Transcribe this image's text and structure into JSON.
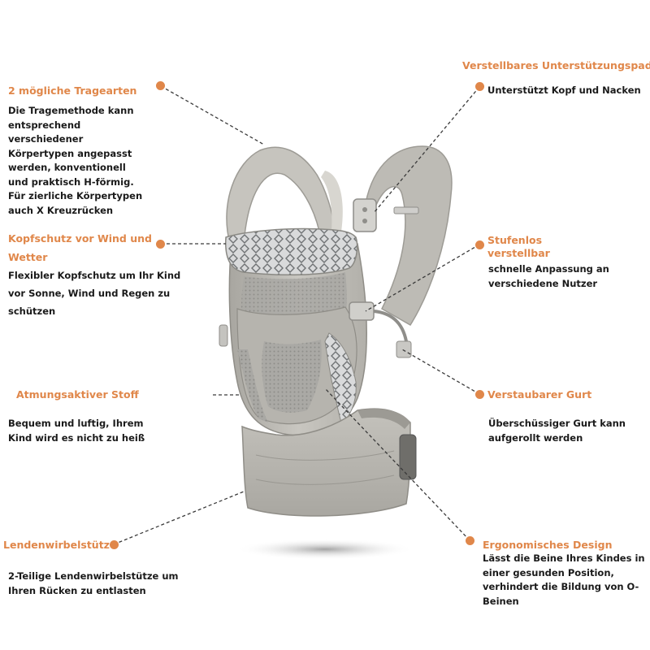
{
  "accent_color": "#e0874a",
  "text_color": "#1a1a1a",
  "features": {
    "tragearten": {
      "title": "2 mögliche Tragearten",
      "desc": "Die Tragemethode kann\nentsprechend\nverschiedener\nKörpertypen angepasst\nwerden, konventionell\nund praktisch H-förmig.\nFür zierliche Körpertypen\nauch  X Kreuzrücken"
    },
    "kopfschutz": {
      "title_line1": "Kopfschutz vor Wind und",
      "title_line2": "Wetter",
      "desc": "Flexibler Kopfschutz um Ihr Kind\nvor Sonne, Wind und Regen zu\nschützen"
    },
    "stoff": {
      "title": "Atmungsaktiver Stoff",
      "desc": "Bequem und luftig, Ihrem\nKind wird es nicht zu heiß"
    },
    "lenden": {
      "title": "Lendenwirbelstütze",
      "desc": "2-Teilige Lendenwirbelstütze um\nIhren Rücken zu entlasten"
    },
    "pad": {
      "title": "Verstellbares Unterstützungspad",
      "desc": "Unterstützt Kopf und Nacken"
    },
    "stufenlos": {
      "title_line1": "Stufenlos",
      "title_line2": "verstellbar",
      "desc": "schnelle Anpassung an\nverschiedene Nutzer"
    },
    "gurt": {
      "title": "Verstaubarer Gurt",
      "desc": "Überschüssiger Gurt kann\naufgerollt werden"
    },
    "ergo": {
      "title": "Ergonomisches Design",
      "desc": "Lässt die Beine Ihres Kindes in\neiner gesunden Position,\nverhindert die Bildung von O-\nBeinen"
    }
  }
}
